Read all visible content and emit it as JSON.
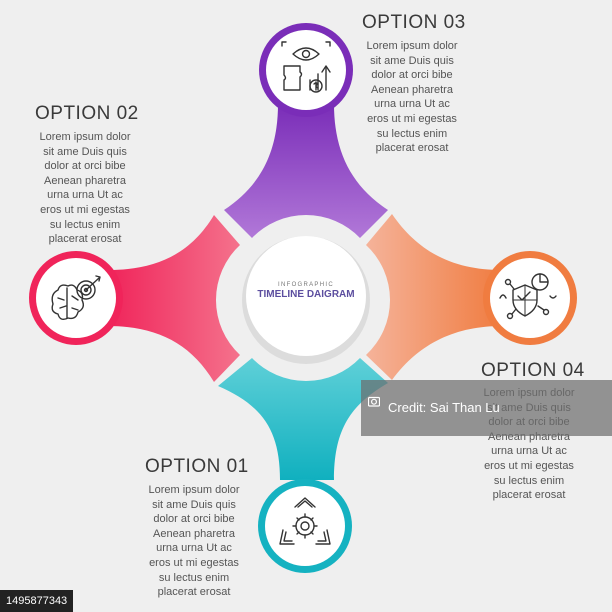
{
  "center": {
    "subtitle": "INFOGRAPHIC",
    "title": "TIMELINE DAIGRAM"
  },
  "options": [
    {
      "title": "OPTION 01",
      "body": "Lorem ipsum dolor\nsit ame Duis quis\ndolor at orci bibe\nAenean pharetra\nurna urna Ut ac\neros ut mi egestas\nsu lectus enim\nplacerat erosat",
      "icon": "gear-cycle-icon",
      "color_start": "#4ec9d3",
      "color_end": "#16b4c2"
    },
    {
      "title": "OPTION 02",
      "body": "Lorem ipsum dolor\nsit ame Duis quis\ndolor at orci bibe\nAenean pharetra\nurna urna Ut ac\neros ut mi egestas\nsu lectus enim\nplacerat erosat",
      "icon": "brain-target-icon",
      "color_start": "#f0245a",
      "color_end": "#f4728c"
    },
    {
      "title": "OPTION 03",
      "body": "Lorem ipsum dolor\nsit ame Duis quis\ndolor at orci bibe\nAenean pharetra\nurna urna Ut ac\neros ut mi egestas\nsu lectus enim\nplacerat erosat",
      "icon": "eye-puzzle-growth-icon",
      "color_start": "#7a2db8",
      "color_end": "#b178d8"
    },
    {
      "title": "OPTION 04",
      "body": "Lorem ipsum dolor\nsit ame Duis quis\ndolor at orci bibe\nAenean pharetra\nurna urna Ut ac\neros ut mi egestas\nsu lectus enim\nplacerat erosat",
      "icon": "shield-network-icon",
      "color_start": "#f5a98a",
      "color_end": "#f07c40"
    }
  ],
  "watermark": {
    "credit": "Credit: Sai Than Lu",
    "stock_id": "1495877343"
  }
}
